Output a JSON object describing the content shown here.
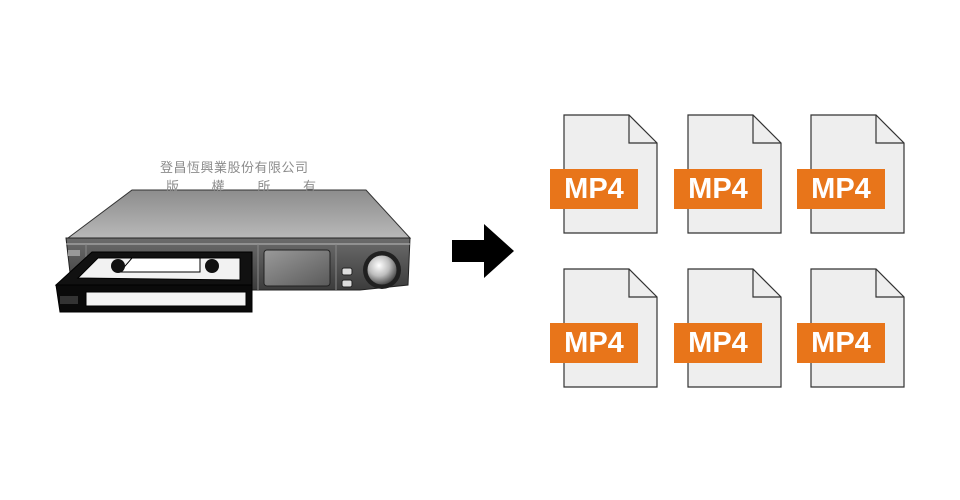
{
  "watermark": {
    "line1": "登昌恆興業股份有限公司",
    "line2": [
      "版",
      "權",
      "所",
      "有"
    ]
  },
  "files": [
    {
      "label": "MP4"
    },
    {
      "label": "MP4"
    },
    {
      "label": "MP4"
    },
    {
      "label": "MP4"
    },
    {
      "label": "MP4"
    },
    {
      "label": "MP4"
    }
  ],
  "colors": {
    "badge": "#e8751a",
    "file_fill": "#eeeeee",
    "arrow": "#000000"
  },
  "icons": {
    "source_device": "vcr-icon",
    "cassette": "vhs-cassette-icon",
    "conversion_arrow": "right-arrow-icon",
    "output": "mp4-file-icon"
  }
}
